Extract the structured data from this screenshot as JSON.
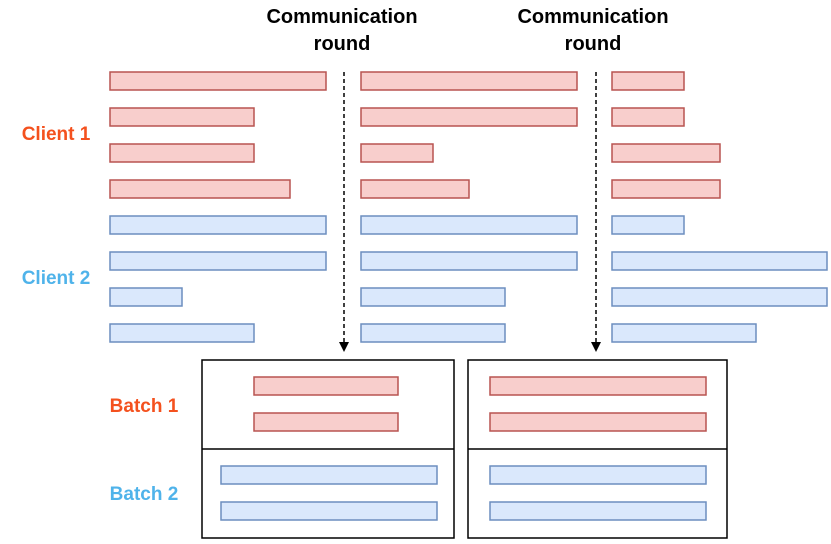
{
  "header": {
    "round_1_line_1": "Communication",
    "round_1_line_2": "round",
    "round_2_line_1": "Communication",
    "round_2_line_2": "round"
  },
  "clients": [
    {
      "label": "Client 1",
      "color": "#f4511e"
    },
    {
      "label": "Client 2",
      "color": "#4fb3ea"
    }
  ],
  "batches": [
    {
      "label": "Batch 1",
      "color": "#f4511e"
    },
    {
      "label": "Batch 2",
      "color": "#4fb3ea"
    }
  ],
  "colors": {
    "red_fill": "#f8cecc",
    "red_stroke": "#b85450",
    "blue_fill": "#dae8fc",
    "blue_stroke": "#6c8ebf",
    "box_stroke": "#000000"
  }
}
